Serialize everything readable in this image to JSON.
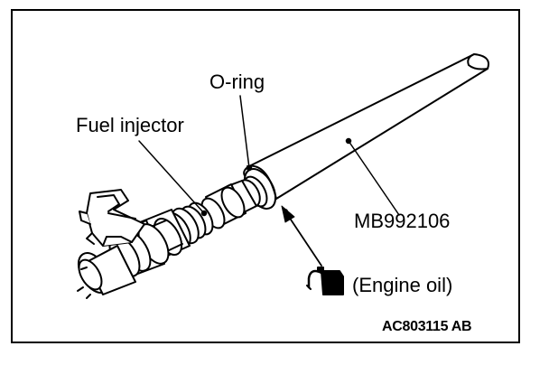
{
  "labels": {
    "o_ring": "O-ring",
    "fuel_injector": "Fuel injector",
    "tool_number": "MB992106",
    "engine_oil": "(Engine oil)",
    "figure_code": "AC803115 AB"
  },
  "icons": {
    "oil_can": "oil-can-icon"
  },
  "colors": {
    "line": "#000000",
    "background": "#ffffff"
  }
}
